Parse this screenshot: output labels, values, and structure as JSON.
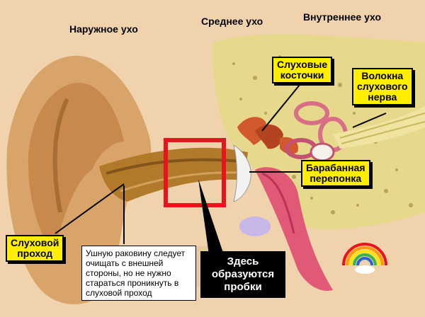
{
  "sections": {
    "outer": "Наружное ухо",
    "middle": "Среднее ухо",
    "inner": "Внутреннее ухо"
  },
  "labels": {
    "ossicles": [
      "Слуховые",
      "косточки"
    ],
    "nerve_fibers": [
      "Волокна",
      "слухового",
      "нерва"
    ],
    "eardrum": [
      "Барабанная",
      "перепонка"
    ],
    "ear_canal": [
      "Слуховой",
      "проход"
    ]
  },
  "note": [
    "Ушную раковину следует",
    "очищать с внешней",
    "стороны, но не нужно",
    "стараться проникнуть в",
    "слуховой проход"
  ],
  "callout": [
    "Здесь",
    "образуются",
    "пробки"
  ],
  "colors": {
    "label_bg": "#ffee00",
    "highlight_frame": "#e8131b",
    "tissue": "#eccba0",
    "bone": "#e6d98c",
    "canal": "#b07a2a",
    "eardrum_tube": "#e05a78"
  }
}
